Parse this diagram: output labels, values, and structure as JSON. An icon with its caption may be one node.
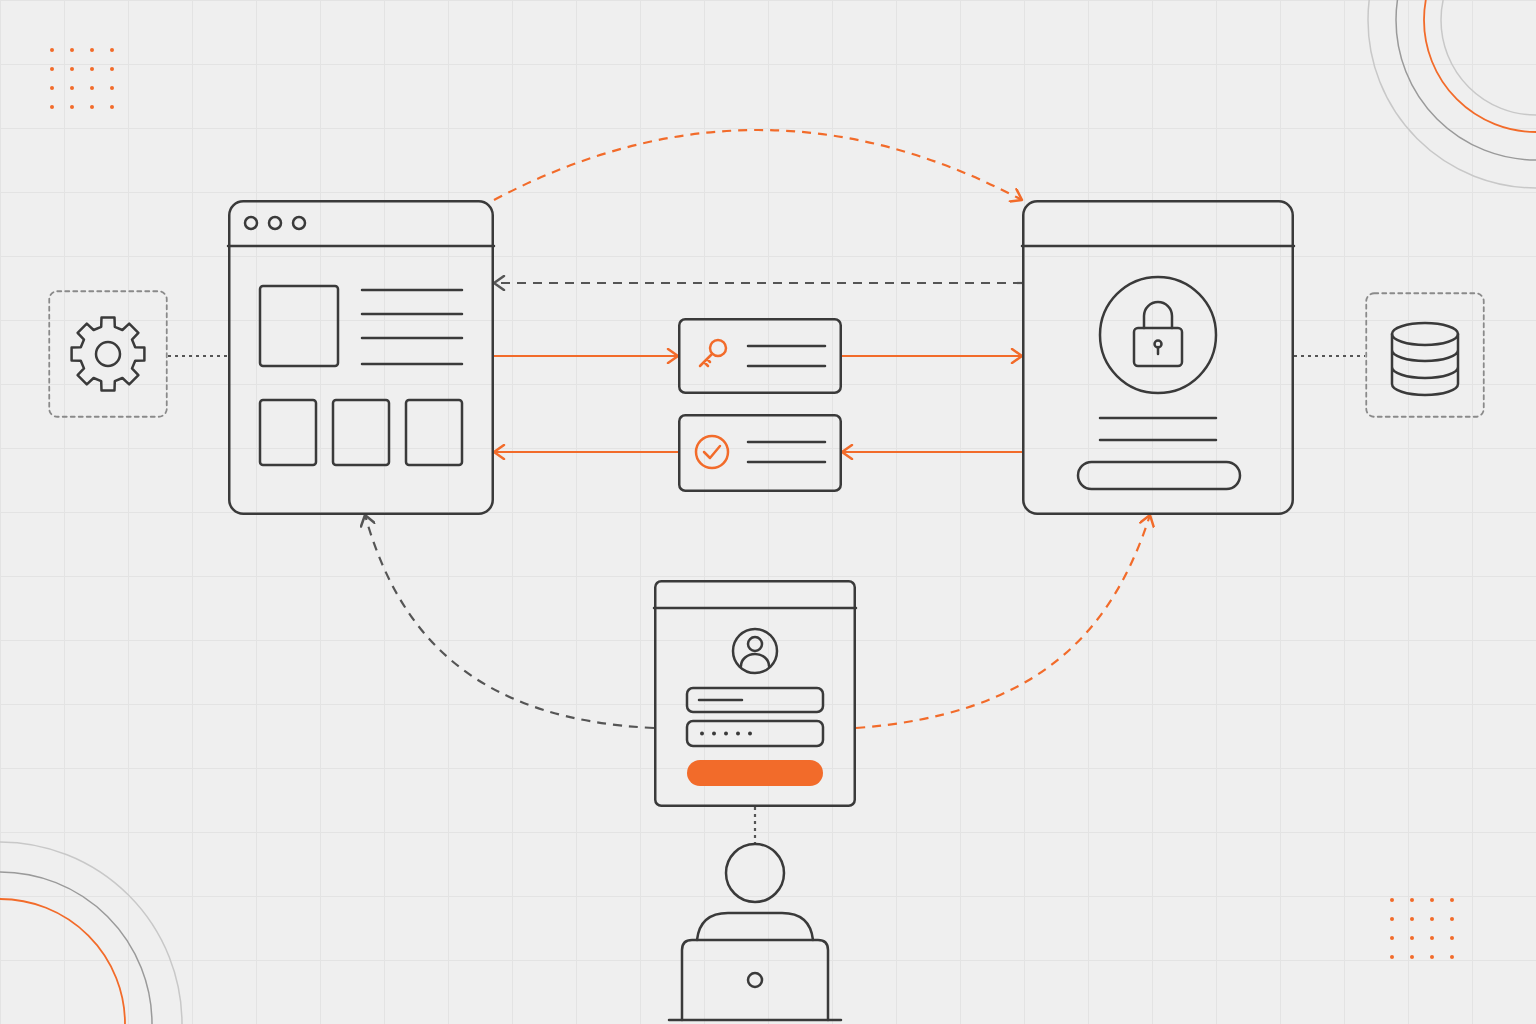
{
  "diagram": {
    "nodes": [
      {
        "text": [],
        "shape": "box"
      },
      {
        "text": [],
        "shape": "box"
      },
      {
        "text": [],
        "shape": "box"
      },
      {
        "text": [],
        "shape": "box"
      },
      {
        "text": [],
        "shape": "box"
      },
      {
        "text": [],
        "shape": "box"
      },
      {
        "text": [],
        "shape": "box"
      },
      {
        "text": [],
        "shape": "person"
      }
    ],
    "edges": [
      {
        "from": 0,
        "to": 1,
        "arrow": "none",
        "style": "dashed",
        "color": "#555555"
      },
      {
        "from": 1,
        "to": 4,
        "arrow": "to",
        "style": "dashed"
      },
      {
        "from": 4,
        "to": 1,
        "arrow": "to",
        "style": "dashed",
        "color": "#555555"
      },
      {
        "from": 1,
        "to": 2,
        "arrow": "to"
      },
      {
        "from": 2,
        "to": 4,
        "arrow": "to"
      },
      {
        "from": 4,
        "to": 3,
        "arrow": "to"
      },
      {
        "from": 3,
        "to": 1,
        "arrow": "to"
      },
      {
        "from": 4,
        "to": 5,
        "arrow": "none",
        "style": "dashed",
        "color": "#555555"
      },
      {
        "from": 6,
        "to": 1,
        "arrow": "to",
        "style": "dashed",
        "color": "#555555"
      },
      {
        "from": 6,
        "to": 4,
        "arrow": "to",
        "style": "dashed"
      },
      {
        "from": 6,
        "to": 7,
        "arrow": "none",
        "style": "dashed",
        "color": "#555555"
      }
    ]
  }
}
